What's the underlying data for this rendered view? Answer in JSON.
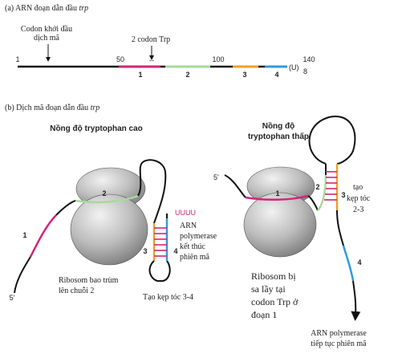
{
  "panel_a": {
    "label": "(a) ARN đoạn dẫn đầu ",
    "label_italic": "trp",
    "start_codon": [
      "Codon khởi đầu",
      "dịch mã"
    ],
    "trp_codons": "2 codon Trp",
    "trp_codon_marks": "--",
    "positions": [
      "1",
      "50",
      "100",
      "140"
    ],
    "poly_u": "(U)",
    "poly_u_count": "8",
    "segments": [
      "1",
      "2",
      "3",
      "4"
    ]
  },
  "panel_b": {
    "label": "(b) Dịch mã đoạn dẫn đầu ",
    "label_italic": "trp",
    "high": {
      "title": "Nồng độ tryptophan cao",
      "five_prime": "5'",
      "segments": [
        "1",
        "2",
        "3",
        "4"
      ],
      "uuuu": "UUUU",
      "terminator_note": [
        "ARN",
        "polymerase",
        "kết thúc",
        "phiên mã"
      ],
      "ribosome_note": [
        "Ribosom bao trùm",
        "lên chuỗi 2"
      ],
      "hairpin_note": "Tạo kẹp tóc 3-4"
    },
    "low": {
      "title": [
        "Nồng độ",
        "tryptophan thấp"
      ],
      "five_prime": "5'",
      "segments": [
        "1",
        "2",
        "3",
        "4"
      ],
      "hairpin_note": [
        "tạo",
        "kẹp tóc",
        "2-3"
      ],
      "ribosome_note": [
        "Ribosom bị",
        "sa lầy tại",
        "codon Trp ở",
        "đoạn 1"
      ],
      "continue_note": [
        "ARN polymerase",
        "tiếp tục phiên mã"
      ]
    }
  },
  "colors": {
    "segment_1": "#d4237a",
    "segment_2": "#a8d99a",
    "segment_3": "#f2a11f",
    "segment_4": "#2e9be0",
    "rna": "#111111",
    "ribosome": "#b8b8b8",
    "base_pair": "#d4237a"
  }
}
